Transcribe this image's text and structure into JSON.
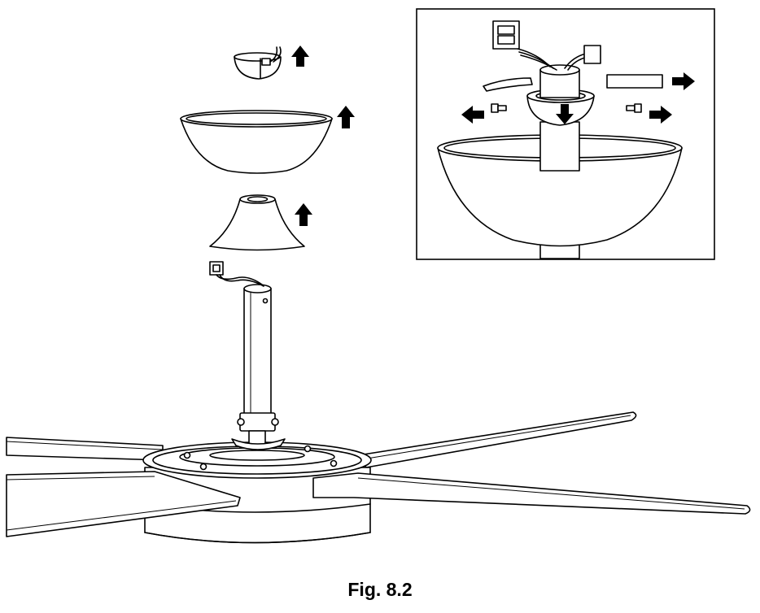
{
  "figure": {
    "caption": "Fig. 8.2",
    "colors": {
      "line": "#000000",
      "background": "#ffffff"
    },
    "arrows": {
      "main_view": [
        "up",
        "up",
        "up"
      ],
      "detail_view": [
        "left",
        "down",
        "right",
        "right"
      ]
    }
  }
}
